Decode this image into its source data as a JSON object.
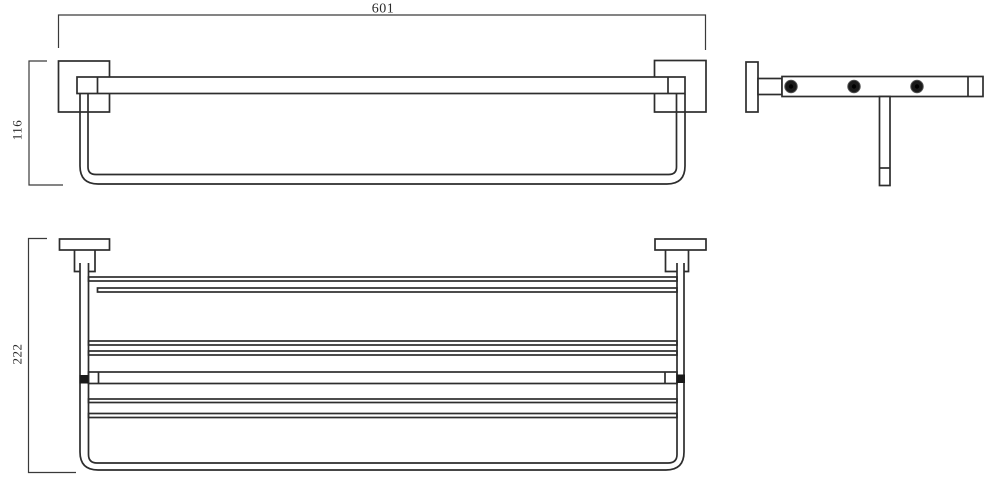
{
  "drawing": {
    "type": "technical-drawing",
    "subject": "double towel bar and towel rack shelf, three orthographic views",
    "dimensions": {
      "bar_width": "601",
      "bar_height": "116",
      "rack_height": "222"
    },
    "side_view": {
      "screw_count": 3
    },
    "rack_view": {
      "rail_count": 7
    },
    "colors": {
      "line": "#2d2d2d",
      "dimension": "#3a3a3a",
      "text": "#2b2b2b",
      "screw": "#1a1a1a",
      "background": "#ffffff"
    }
  }
}
